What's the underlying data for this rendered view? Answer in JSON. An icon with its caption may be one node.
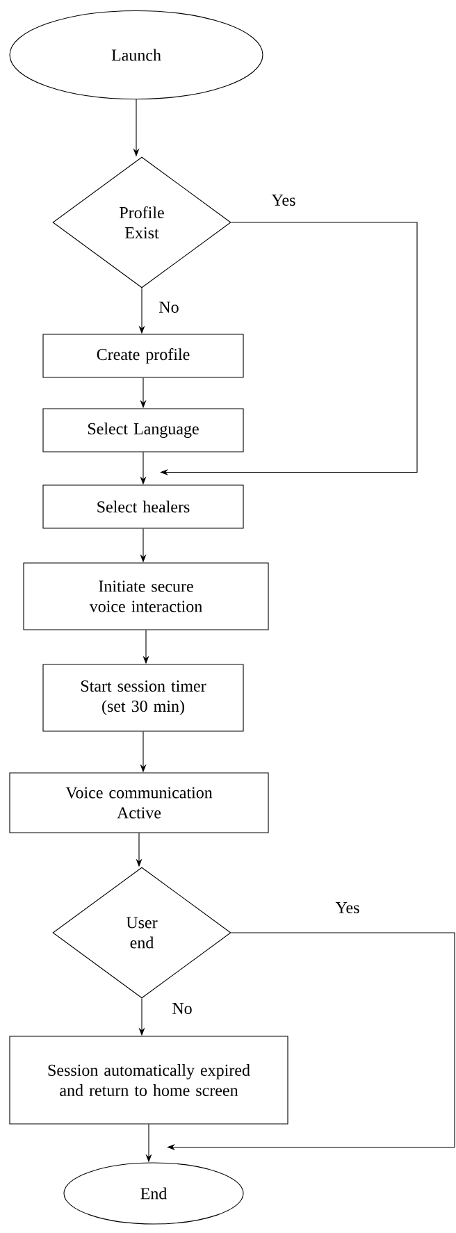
{
  "diagram": {
    "nodes": [
      {
        "text": [
          "Launch"
        ]
      },
      {
        "text": [
          "Profile Exist"
        ]
      },
      {
        "text": [
          "Create profile"
        ]
      },
      {
        "text": [
          "Select Language"
        ]
      },
      {
        "text": [
          "Select healers"
        ]
      },
      {
        "text": [
          "Initiate secure voice interaction"
        ]
      },
      {
        "text": [
          "Start session timer (set 30 min)"
        ]
      },
      {
        "text": [
          "Voice communication Active"
        ]
      },
      {
        "text": [
          "User end"
        ]
      },
      {
        "text": [
          "Session automatically expired and return to home screen"
        ]
      },
      {
        "text": [
          "End"
        ]
      }
    ],
    "edges": [
      {
        "from": 0,
        "to": 1,
        "arrow": "to"
      },
      {
        "from": 1,
        "to": 2,
        "arrow": "to",
        "label": "No"
      },
      {
        "from": 2,
        "to": 3,
        "arrow": "to"
      },
      {
        "from": 3,
        "to": 4,
        "arrow": "to"
      },
      {
        "from": 1,
        "to": 4,
        "arrow": "to",
        "label": "Yes"
      },
      {
        "from": 4,
        "to": 5,
        "arrow": "to"
      },
      {
        "from": 5,
        "to": 6,
        "arrow": "to"
      },
      {
        "from": 6,
        "to": 7,
        "arrow": "to"
      },
      {
        "from": 7,
        "to": 8,
        "arrow": "to"
      },
      {
        "from": 8,
        "to": 9,
        "arrow": "to",
        "label": "No"
      },
      {
        "from": 8,
        "to": 10,
        "arrow": "to",
        "label": "Yes"
      },
      {
        "from": 9,
        "to": 10,
        "arrow": "to"
      }
    ]
  }
}
